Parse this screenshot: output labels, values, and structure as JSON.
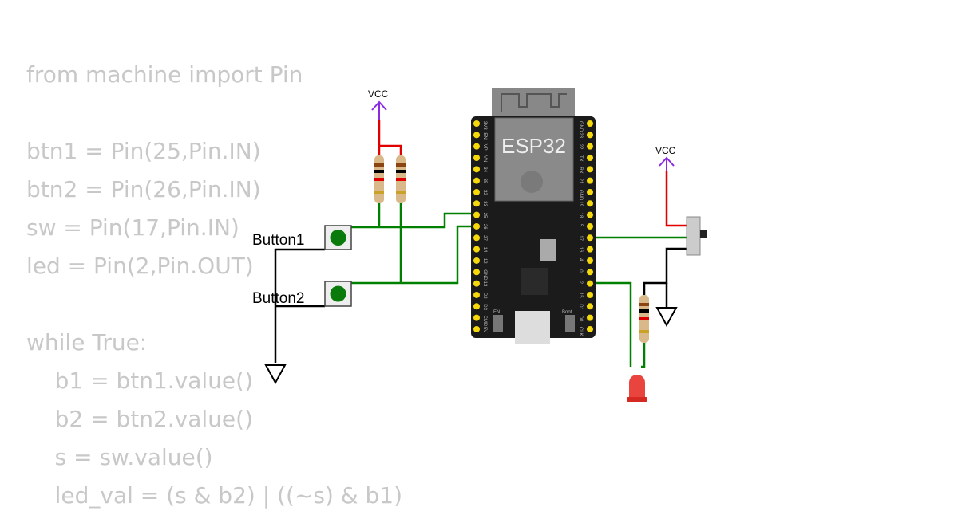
{
  "code_lines": [
    "from machine import Pin",
    "",
    "btn1 = Pin(25,Pin.IN)",
    "btn2 = Pin(26,Pin.IN)",
    "sw = Pin(17,Pin.IN)",
    "led = Pin(2,Pin.OUT)",
    "",
    "while True:",
    "    b1 = btn1.value()",
    "    b2 = btn2.value()",
    "    s = sw.value()",
    "    led_val = (s & b2) | ((~s) & b1)"
  ],
  "board": {
    "name": "ESP32",
    "en_label": "EN",
    "boot_label": "Boot",
    "left_pins": [
      "3V3",
      "EN",
      "VP",
      "VN",
      "34",
      "35",
      "32",
      "33",
      "25",
      "26",
      "27",
      "14",
      "12",
      "GND",
      "13",
      "D2",
      "D3",
      "CMD",
      "5V"
    ],
    "right_pins": [
      "GND",
      "23",
      "22",
      "TX",
      "RX",
      "21",
      "GND",
      "19",
      "18",
      "5",
      "17",
      "16",
      "4",
      "0",
      "2",
      "15",
      "D1",
      "D0",
      "CLK"
    ]
  },
  "labels": {
    "button1": "Button1",
    "button2": "Button2",
    "vcc1": "VCC",
    "vcc2": "VCC"
  },
  "colors": {
    "wire": "#008000",
    "vcc_wire": "#e00000",
    "vcc_symbol": "#8a2be2",
    "led": "#e8302a",
    "button": "#0a7a0a",
    "board": "#1b1b1b",
    "pin": "#f5d90a",
    "code": "#c8c8c8"
  }
}
